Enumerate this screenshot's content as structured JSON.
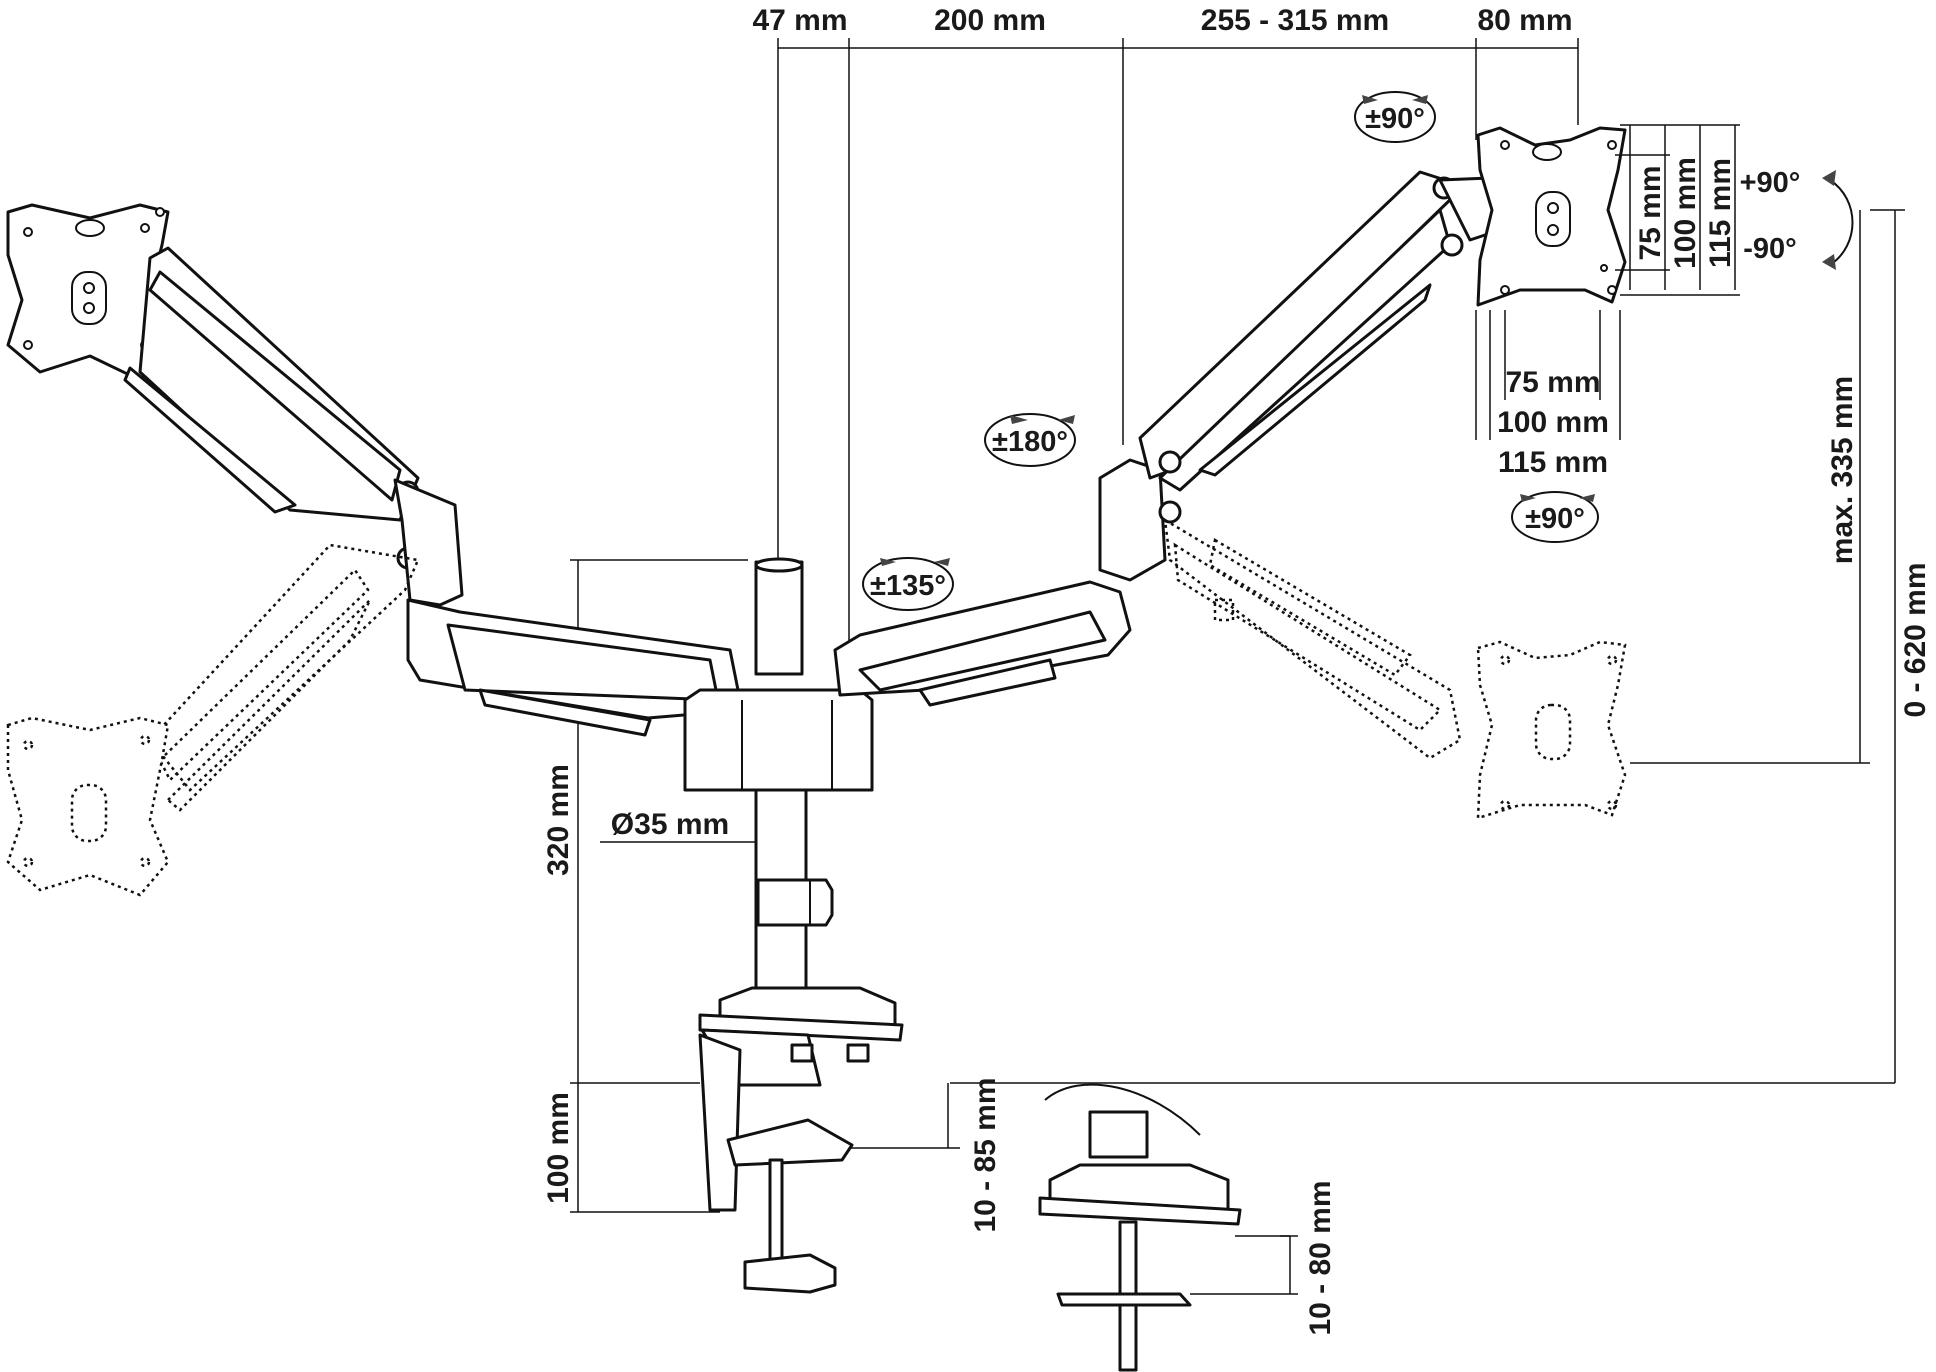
{
  "dimensions": {
    "pole_offset": "47 mm",
    "arm_segment_1": "200 mm",
    "arm_segment_2": "255 - 315 mm",
    "vesa_depth": "80 mm",
    "pole_diameter": "Ø35 mm",
    "pole_height": "320 mm",
    "clamp_height": "100 mm",
    "clamp_desk_thickness": "10 - 85 mm",
    "grommet_desk_thickness": "10 - 80 mm",
    "height_adjust_max": "max. 335 mm",
    "height_range": "0 - 620 mm"
  },
  "vesa": {
    "h_75": "75 mm",
    "h_100": "100 mm",
    "h_115": "115 mm",
    "v_75": "75 mm",
    "v_100": "100 mm",
    "v_115": "115 mm"
  },
  "angles": {
    "rotation": "±90°",
    "tilt_up": "+90°",
    "tilt_down": "-90°",
    "arm_swivel": "±180°",
    "base_swivel": "±135°",
    "head_swivel": "±90°"
  }
}
